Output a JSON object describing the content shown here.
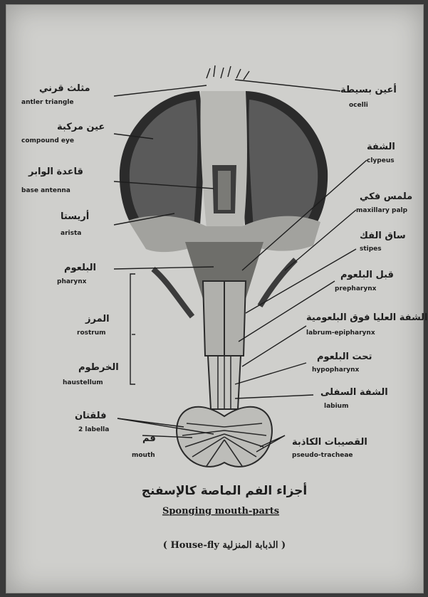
{
  "diagram": {
    "labels_left": [
      {
        "id": "antler-triangle",
        "ar": "مثلث قرني",
        "en": "antler triangle"
      },
      {
        "id": "compound-eye",
        "ar": "عين مركبة",
        "en": "compound eye"
      },
      {
        "id": "base-antenna",
        "ar": "قاعدة الوابر",
        "en": "base antenna"
      },
      {
        "id": "arista",
        "ar": "أريستا",
        "en": "arista"
      },
      {
        "id": "pharynx",
        "ar": "البلعوم",
        "en": "pharynx"
      },
      {
        "id": "rostrum",
        "ar": "المرز",
        "en": "rostrum"
      },
      {
        "id": "haustellum",
        "ar": "الخرطوم",
        "en": "haustellum"
      },
      {
        "id": "labella",
        "ar": "فلقتان",
        "en": "2 labella"
      },
      {
        "id": "mouth",
        "ar": "فم",
        "en": "mouth"
      }
    ],
    "labels_right": [
      {
        "id": "ocelli",
        "ar": "أعين بسيطة",
        "en": "ocelli"
      },
      {
        "id": "clypeus",
        "ar": "الشفة",
        "en": "clypeus"
      },
      {
        "id": "maxillary-palp",
        "ar": "ملمس فكي",
        "en": "maxillary palp"
      },
      {
        "id": "stipes",
        "ar": "ساق الفك",
        "en": "stipes"
      },
      {
        "id": "prepharynx",
        "ar": "قبل البلعوم",
        "en": "prepharynx"
      },
      {
        "id": "labrum-epipharynx",
        "ar": "الشفة العليا فوق البلعومية",
        "en": "labrum-epipharynx"
      },
      {
        "id": "hypopharynx",
        "ar": "تحت البلعوم",
        "en": "hypopharynx"
      },
      {
        "id": "labium",
        "ar": "الشفة السفلى",
        "en": "labium"
      },
      {
        "id": "pseudo-tracheae",
        "ar": "القصيبات الكاذبة",
        "en": "pseudo-tracheae"
      }
    ],
    "caption": {
      "ar": "أجزاء الفم الماصة كالإسفنج",
      "en": "Sponging mouth-parts",
      "sub": "( House-fly  الذبابة المنزلية )"
    }
  }
}
